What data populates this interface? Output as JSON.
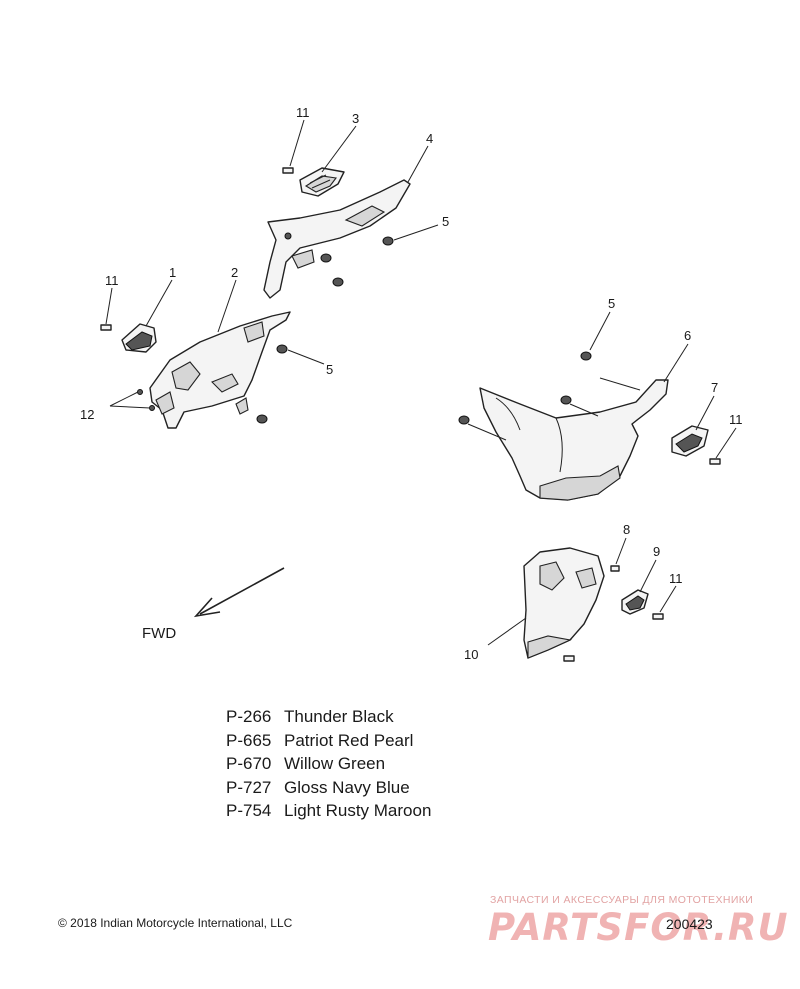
{
  "callouts": [
    {
      "id": "c11a",
      "label": "11"
    },
    {
      "id": "c3",
      "label": "3"
    },
    {
      "id": "c4",
      "label": "4"
    },
    {
      "id": "c5a",
      "label": "5"
    },
    {
      "id": "c11b",
      "label": "11"
    },
    {
      "id": "c1",
      "label": "1"
    },
    {
      "id": "c2",
      "label": "2"
    },
    {
      "id": "c5b",
      "label": "5"
    },
    {
      "id": "c12",
      "label": "12"
    },
    {
      "id": "c5c",
      "label": "5"
    },
    {
      "id": "c6",
      "label": "6"
    },
    {
      "id": "c7",
      "label": "7"
    },
    {
      "id": "c11c",
      "label": "11"
    },
    {
      "id": "c8",
      "label": "8"
    },
    {
      "id": "c9",
      "label": "9"
    },
    {
      "id": "c11d",
      "label": "11"
    },
    {
      "id": "c10",
      "label": "10"
    }
  ],
  "fwd_label": "FWD",
  "paint_codes": [
    {
      "code": "P-266",
      "name": "Thunder Black"
    },
    {
      "code": "P-665",
      "name": "Patriot Red Pearl"
    },
    {
      "code": "P-670",
      "name": "Willow Green"
    },
    {
      "code": "P-727",
      "name": "Gloss Navy Blue"
    },
    {
      "code": "P-754",
      "name": "Light Rusty Maroon"
    }
  ],
  "copyright": "© 2018 Indian Motorcycle International, LLC",
  "drawing_number": "200423",
  "watermark": {
    "tagline": "ЗАПЧАСТИ И АКСЕССУАРЫ ДЛЯ МОТОТЕХНИКИ",
    "logo": "PARTSFOR.RU"
  }
}
